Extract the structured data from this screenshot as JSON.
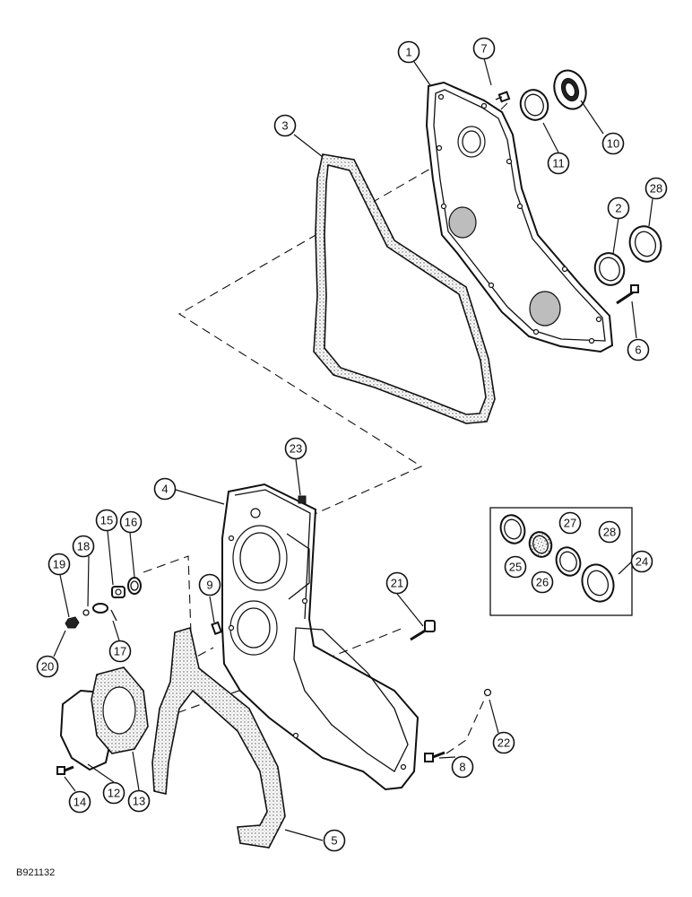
{
  "figure_id": "B921132",
  "callouts": [
    "1",
    "2",
    "3",
    "4",
    "5",
    "6",
    "7",
    "8",
    "9",
    "10",
    "11",
    "12",
    "13",
    "14",
    "15",
    "16",
    "17",
    "18",
    "19",
    "20",
    "21",
    "22",
    "23",
    "24",
    "25",
    "26",
    "27",
    "28",
    "28"
  ]
}
